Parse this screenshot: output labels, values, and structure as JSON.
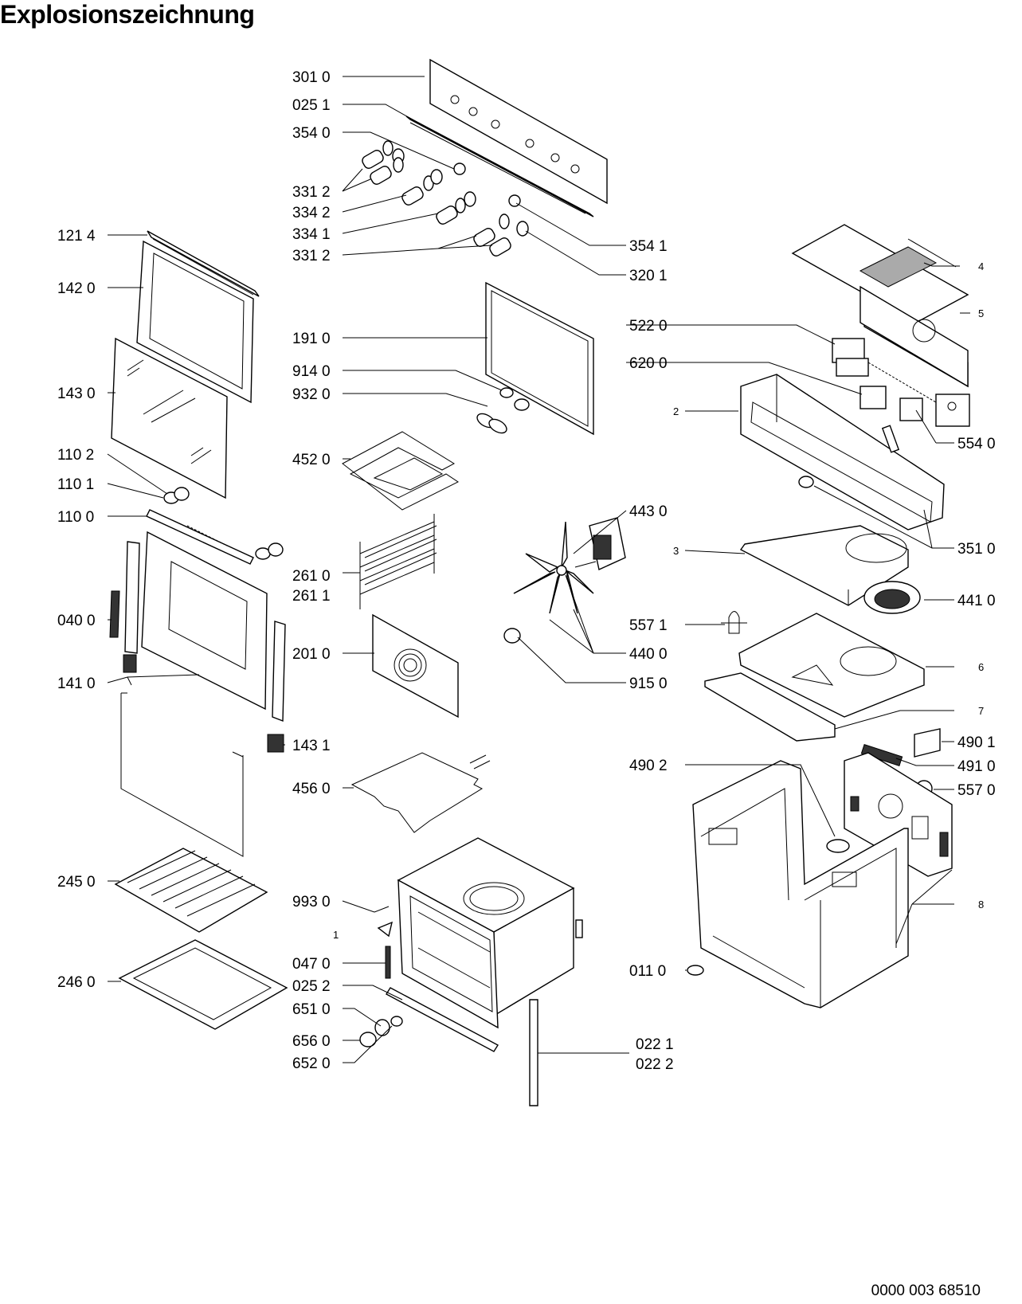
{
  "title": "Explosionszeichnung",
  "document_number": "0000 003 68510",
  "callouts": {
    "c3010": "301 0",
    "c0251": "025 1",
    "c3540": "354 0",
    "c3312a": "331 2",
    "c3342": "334 2",
    "c3341": "334 1",
    "c3312b": "331 2",
    "c3541": "354 1",
    "c3201": "320 1",
    "c1214": "121 4",
    "c1420": "142 0",
    "c1430": "143 0",
    "c1102": "110 2",
    "c1101": "110 1",
    "c1100": "110 0",
    "c0400": "040 0",
    "c1410": "141 0",
    "c1431": "143 1",
    "c2450": "245 0",
    "c2460": "246 0",
    "c1910": "191 0",
    "c9140": "914 0",
    "c9320": "932 0",
    "c4520": "452 0",
    "c2610": "261 0",
    "c2611": "261 1",
    "c2010": "201 0",
    "c4560": "456 0",
    "c9930": "993 0",
    "c1": "1",
    "c0470": "047 0",
    "c0252": "025 2",
    "c6510": "651 0",
    "c6560": "656 0",
    "c6520": "652 0",
    "c0221": "022 1",
    "c0222": "022 2",
    "c4": "4",
    "c5": "5",
    "c5220": "522 0",
    "c6200": "620 0",
    "c2": "2",
    "c5540": "554 0",
    "c3510": "351 0",
    "c4430": "443 0",
    "c3": "3",
    "c4410": "441 0",
    "c5571": "557 1",
    "c4400": "440 0",
    "c9150": "915 0",
    "c6": "6",
    "c7": "7",
    "c4901": "490 1",
    "c4902": "490 2",
    "c4910": "491 0",
    "c5570": "557 0",
    "c8": "8",
    "c0110": "011 0"
  }
}
